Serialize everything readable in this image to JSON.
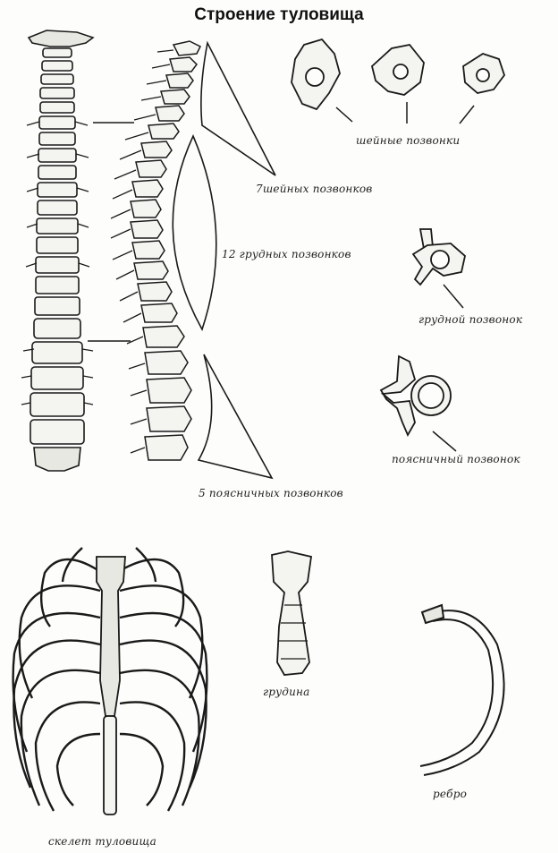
{
  "title": "Строение туловища",
  "labels": {
    "cervical_group": "7шейных позвонков",
    "thoracic_group": "12 грудных позвонков",
    "lumbar_group": "5 поясничных позвонков",
    "cervical_vertebrae": "шейные позвонки",
    "thoracic_vertebra": "грудной позвонок",
    "lumbar_vertebra": "поясничный позвонок",
    "trunk_skeleton": "скелет туловища",
    "sternum": "грудина",
    "rib": "ребро"
  },
  "colors": {
    "ink": "#1a1a1a",
    "paper": "#fdfdfb"
  }
}
